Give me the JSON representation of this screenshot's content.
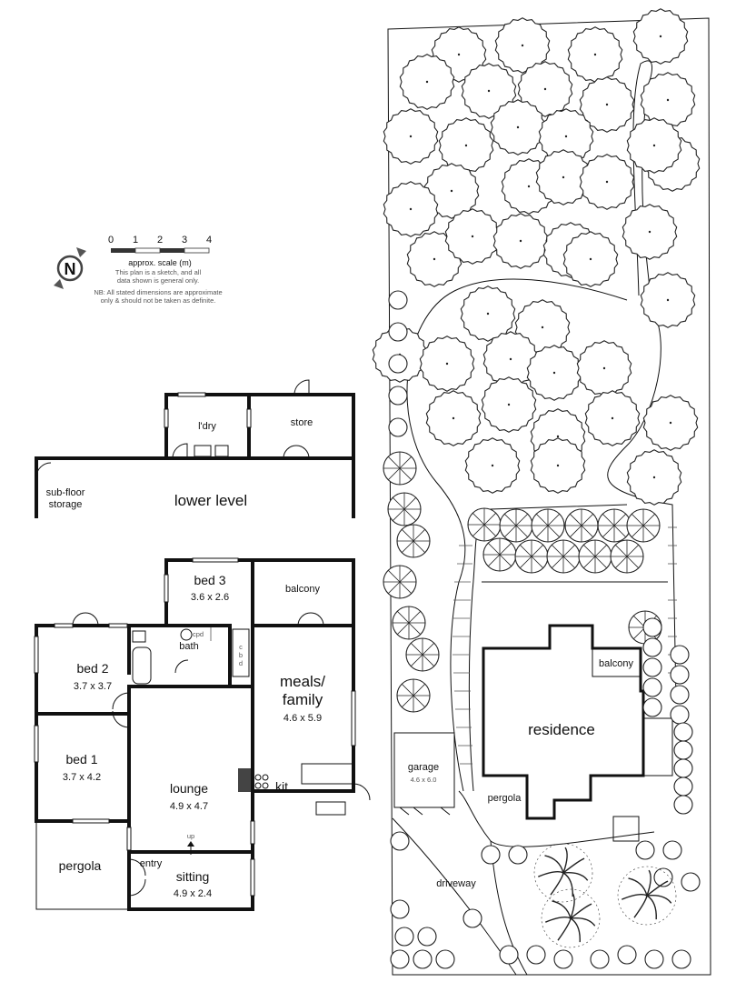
{
  "scale": {
    "ticks": [
      "0",
      "1",
      "2",
      "3",
      "4"
    ],
    "label": "approx. scale (m)",
    "north_label": "N",
    "disclaimer_lines": [
      "This plan is a sketch, and all",
      "data shown is general only.",
      "NB: All stated dimensions are approximate",
      "only & should not be taken as definite."
    ]
  },
  "lower_level": {
    "title": "lower level",
    "rooms": {
      "laundry": "l'dry",
      "store": "store",
      "subfloor_line1": "sub-floor",
      "subfloor_line2": "storage"
    }
  },
  "upper_level": {
    "bed3": {
      "name": "bed 3",
      "dims": "3.6 x 2.6"
    },
    "balcony": {
      "name": "balcony"
    },
    "bed2": {
      "name": "bed 2",
      "dims": "3.7 x 3.7"
    },
    "bath": {
      "name": "bath"
    },
    "cpd": "cpd",
    "cbd": [
      "c",
      "b",
      "d"
    ],
    "meals": {
      "name_line1": "meals/",
      "name_line2": "family",
      "dims": "4.6 x 5.9"
    },
    "bed1": {
      "name": "bed 1",
      "dims": "3.7 x 4.2"
    },
    "lounge": {
      "name": "lounge",
      "dims": "4.9 x 4.7"
    },
    "kitchen": {
      "name": "kit."
    },
    "pergola": {
      "name": "pergola"
    },
    "entry": {
      "name": "entry"
    },
    "sitting": {
      "name": "sitting",
      "dims": "4.9 x 2.4"
    },
    "up_label": "up"
  },
  "site": {
    "residence": "residence",
    "balcony": "balcony",
    "garage": {
      "name": "garage",
      "dims": "4.6 x 6.0"
    },
    "pergola": "pergola",
    "driveway": "driveway"
  }
}
